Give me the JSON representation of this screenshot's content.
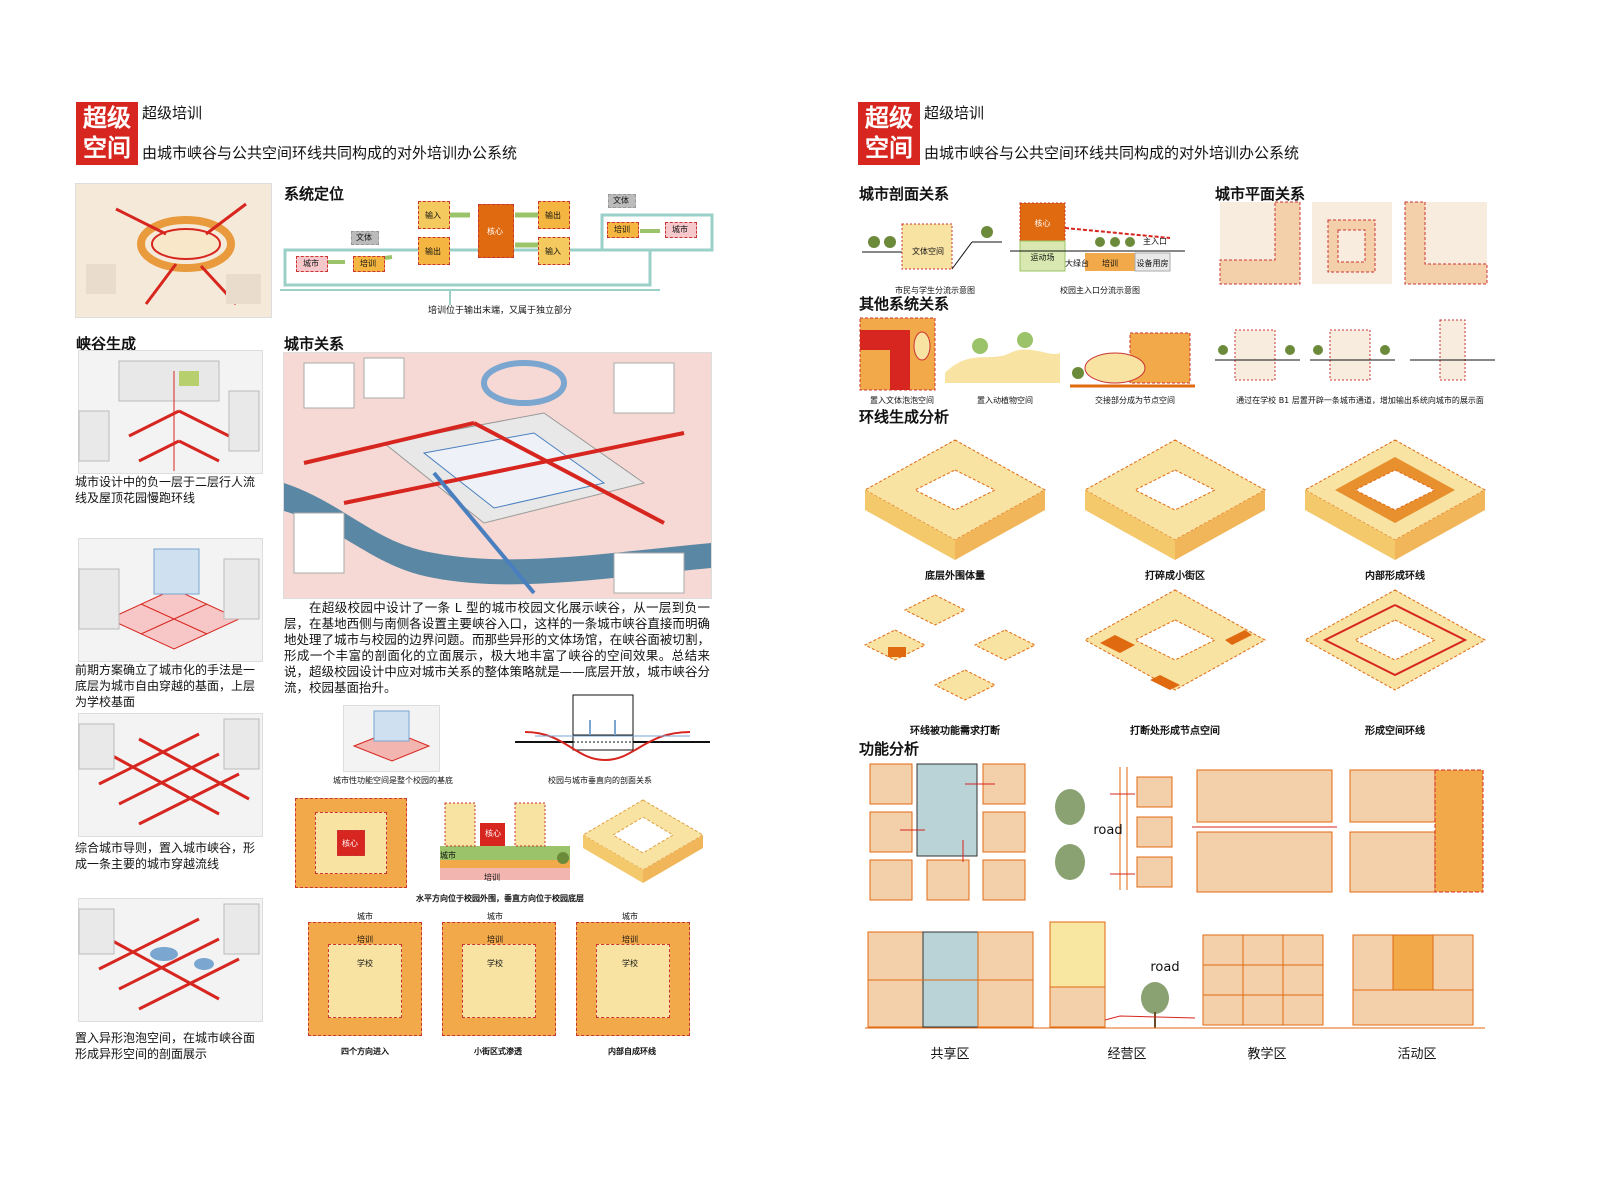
{
  "header": {
    "badge_line1": "超级",
    "badge_line2": "空间",
    "title": "超级培训",
    "subtitle": "由城市峡谷与公共空间环线共同构成的对外培训办公系统"
  },
  "left": {
    "sec_position": "系统定位",
    "sec_canyon": "峡谷生成",
    "sec_city": "城市关系",
    "flow": {
      "input1": "输入",
      "output1": "输出",
      "core": "核心",
      "output2": "输出",
      "input2": "输入",
      "wenti1": "文体",
      "city1": "城市",
      "train1": "培训",
      "wenti2": "文体",
      "train2": "培训",
      "city2": "城市",
      "note": "培训位于输出末端，又属于独立部分"
    },
    "canyon_captions": [
      "城市设计中的负一层于二层行人流线及屋顶花园慢跑环线",
      "前期方案确立了城市化的手法是一底层为城市自由穿越的基面，上层为学校基面",
      "综合城市导则，置入城市峡谷，形成一条主要的城市穿越流线",
      "置入异形泡泡空间，在城市峡谷面形成异形空间的剖面展示"
    ],
    "paragraph": "在超级校园中设计了一条 L 型的城市校园文化展示峡谷，从一层到负一层，在基地西侧与南侧各设置主要峡谷入口，这样的一条城市峡谷直接而明确地处理了城市与校园的边界问题。而那些异形的文体场馆，在峡谷面被切割，形成一个丰富的剖面化的立面展示，极大地丰富了峡谷的空间效果。总结来说，超级校园设计中应对城市关系的整体策略就是——底层开放，城市峡谷分流，校园基面抬升。",
    "diag_caption1": "城市性功能空间是整个校园的基底",
    "diag_caption2": "校园与城市垂直向的剖面关系",
    "diag_caption3": "水平方向位于校园外围，垂直方向位于校园底层",
    "core_label": "核心",
    "core_section_labels": [
      "城市",
      "培训",
      "核心"
    ],
    "school_label": "学校",
    "city_label": "城市",
    "train_label": "培训",
    "sq_captions": [
      "四个方向进入",
      "小街区式渗透",
      "内部自成环线"
    ]
  },
  "right": {
    "sec_section": "城市剖面关系",
    "sec_plan": "城市平面关系",
    "sec_other": "其他系统关系",
    "sec_loop": "环线生成分析",
    "sec_func": "功能分析",
    "section_caps": [
      "市民与学生分流示意图",
      "校园主入口分流示意图"
    ],
    "section_labels": {
      "culture": "文体空间",
      "core": "核心",
      "sport": "运动场",
      "plaza": "大绿台",
      "train": "培训",
      "service": "设备用房",
      "entry": "主入口"
    },
    "other_caps": [
      "置入文体泡泡空间",
      "置入动植物空间",
      "交接部分成为节点空间",
      "通过在学校 B1 层置开辟一条城市通道，增加输出系统向城市的展示面"
    ],
    "loop_captions": [
      "底层外围体量",
      "打碎成小街区",
      "内部形成环线",
      "环线被功能需求打断",
      "打断处形成节点空间",
      "形成空间环线"
    ],
    "road": "road",
    "func_captions": [
      "共享区",
      "经营区",
      "教学区",
      "活动区"
    ]
  },
  "colors": {
    "red": "#d7261f",
    "orange": "#e8a03a",
    "deep_orange": "#e06a10",
    "light_yellow": "#f8e3a3",
    "peach": "#f3d0aa",
    "green": "#9bc36a",
    "teal": "#9bd0c8",
    "blue_gray": "#b9d3d6"
  }
}
